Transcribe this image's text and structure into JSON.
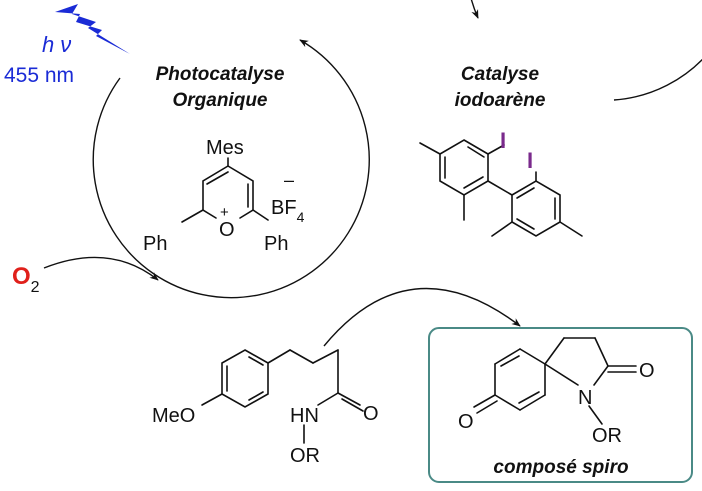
{
  "light": {
    "hv_h": "h",
    "hv_nu": "ν",
    "wavelength": "455 nm"
  },
  "cycles": {
    "photo": {
      "title_line1": "Photocatalyse",
      "title_line2": "Organique"
    },
    "iodo": {
      "title_line1": "Catalyse",
      "title_line2": "iodoarène"
    }
  },
  "catalyst": {
    "substituent_top": "Mes",
    "substituent_left": "Ph",
    "substituent_right": "Ph",
    "heteroatom": "O",
    "charge_plus": "+",
    "counterion_main": "BF",
    "counterion_sub": "4",
    "counterion_charge": "–"
  },
  "iodoarene": {
    "iodine_1": "I",
    "iodine_2": "I"
  },
  "oxidant": {
    "main": "O",
    "sub": "2"
  },
  "substrate": {
    "methoxy": "MeO",
    "amide_o": "O",
    "amide_nh": "HN",
    "n_substituent": "OR"
  },
  "product": {
    "label": "composé spiro",
    "lactam_o": "O",
    "dienone_o": "O",
    "nitrogen": "N",
    "n_substituent": "OR"
  },
  "colors": {
    "light": "#1a2bd6",
    "oxygen": "#e0201b",
    "iodine": "#7a2a8c",
    "box_border": "#4a8a86",
    "ink": "#111111"
  }
}
